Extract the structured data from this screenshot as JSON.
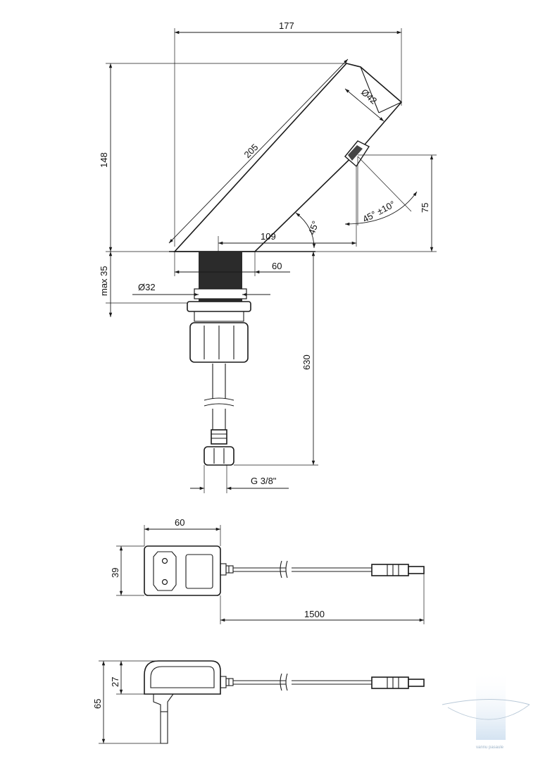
{
  "dimensions": {
    "width_total": "177",
    "spout_length": "205",
    "spout_diameter": "Ø42",
    "height": "148",
    "sensor_height": "75",
    "sensor_angle": "45° ±10°",
    "spout_angle": "45°",
    "reach": "109",
    "base_width": "60",
    "max_thickness": "max 35",
    "shank_diameter": "Ø32",
    "hose_length": "630",
    "connection": "G 3/8\"",
    "psu_width": "60",
    "psu_height": "39",
    "cable_length": "1500",
    "psu_depth": "27",
    "psu_total_height": "65"
  },
  "watermark": {
    "brand_text": "vannu pasaule",
    "accent_color": "#cfe0f0"
  }
}
